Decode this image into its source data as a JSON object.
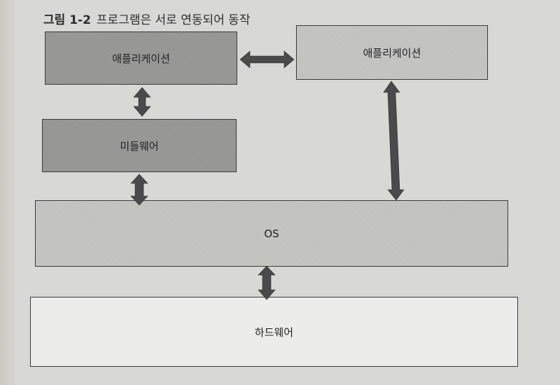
{
  "figure": {
    "number": "그림 1-2",
    "caption": "프로그램은 서로 연동되어 동작"
  },
  "nodes": {
    "app_left": "애플리케이션",
    "app_right": "애플리케이션",
    "middleware": "미들웨어",
    "os": "OS",
    "hardware": "하드웨어"
  },
  "edges": [
    {
      "from": "app_left",
      "to": "app_right",
      "direction": "both"
    },
    {
      "from": "app_left",
      "to": "middleware",
      "direction": "both"
    },
    {
      "from": "middleware",
      "to": "os",
      "direction": "both"
    },
    {
      "from": "app_right",
      "to": "os",
      "direction": "both"
    },
    {
      "from": "os",
      "to": "hardware",
      "direction": "both"
    }
  ],
  "colors": {
    "application": "#9a9a96",
    "middleware": "#9a9a96",
    "os": "#c6c7c2",
    "hardware": "#ecedea",
    "arrow": "#4a4a4a"
  }
}
